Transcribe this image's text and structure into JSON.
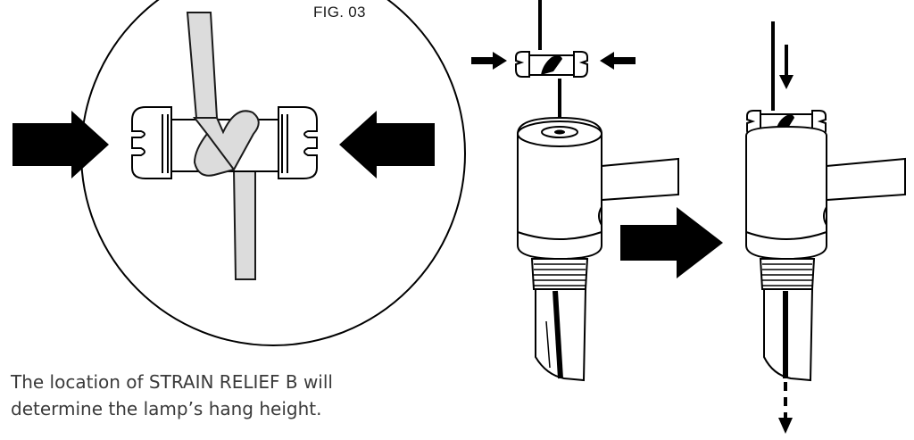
{
  "figure": {
    "label": "FIG. 03"
  },
  "caption": {
    "line1": "The location of STRAIN RELIEF B will",
    "line2": "determine the lamp’s hang height."
  },
  "colors": {
    "ink": "#000000",
    "cord_fill": "#dcdcdc",
    "cord_stroke": "#1a1a1a",
    "text": "#3a3a3a",
    "background": "#ffffff"
  },
  "icons": {
    "push_arrow": "arrow-icon",
    "step_arrow": "arrow-right-icon",
    "pull_arrow": "arrow-down-icon"
  }
}
